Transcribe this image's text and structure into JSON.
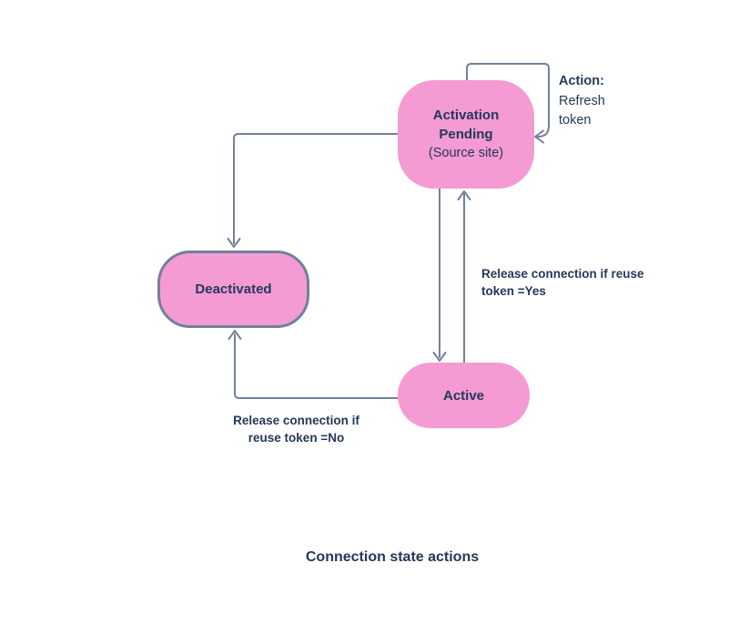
{
  "diagram": {
    "title": "Connection state actions",
    "colors": {
      "node_fill": "#F49BD3",
      "node_border": "#72809B",
      "connector": "#72809B",
      "text": "#253858",
      "background": "#FFFFFF"
    },
    "nodes": [
      {
        "id": "activation-pending",
        "label": "Activation Pending",
        "sublabel": "(Source site)"
      },
      {
        "id": "deactivated",
        "label": "Deactivated"
      },
      {
        "id": "active",
        "label": "Active"
      }
    ],
    "edges": [
      {
        "from": "activation-pending",
        "to": "deactivated",
        "label": ""
      },
      {
        "from": "activation-pending",
        "to": "active",
        "label": ""
      },
      {
        "from": "active",
        "to": "activation-pending",
        "label": "Release connection if reuse token =Yes"
      },
      {
        "from": "active",
        "to": "deactivated",
        "label": "Release connection if reuse token =No"
      },
      {
        "from": "activation-pending",
        "to": "activation-pending",
        "label": "Action: Refresh token"
      }
    ],
    "labels": {
      "action_title": "Action:",
      "action_text": "Refresh token",
      "release_yes": "Release connection if reuse token =Yes",
      "release_no": "Release connection if reuse token =No"
    }
  }
}
